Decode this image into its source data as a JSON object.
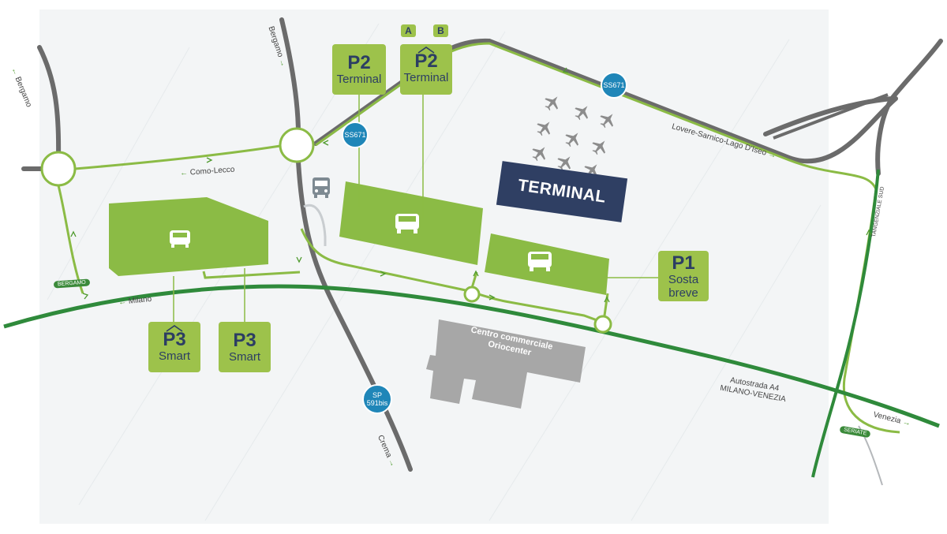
{
  "colors": {
    "background": "#f3f5f6",
    "parking_green": "#9dc24b",
    "route_green": "#8bbb45",
    "motorway_green": "#2f8a3b",
    "road_grey": "#6b6b6b",
    "terminal_navy": "#2f3f63",
    "road_number_blue": "#1f86b8",
    "mall_grey": "#a7a7a7",
    "plane_grey": "#8c8c8c"
  },
  "icons": {
    "car": "car-icon",
    "bus": "bus-icon",
    "plane": "airplane-icon",
    "covered": "covered-roof-icon",
    "arrow": "direction-arrow-icon"
  },
  "terminal": {
    "label": "TERMINAL"
  },
  "mall": {
    "line1": "Centro commerciale",
    "line2": "Oriocenter"
  },
  "parking": [
    {
      "id": "p2-terminal",
      "code": "P2",
      "sub": "Terminal",
      "covered": false
    },
    {
      "id": "p2-terminal-covered",
      "code": "P2",
      "sub": "Terminal",
      "covered": true,
      "badges": [
        "A",
        "B"
      ]
    },
    {
      "id": "p1",
      "code": "P1",
      "sub_lines": [
        "Sosta",
        "breve"
      ],
      "covered": false
    },
    {
      "id": "p3-smart-covered",
      "code": "P3",
      "sub": "Smart",
      "covered": true
    },
    {
      "id": "p3-smart",
      "code": "P3",
      "sub": "Smart",
      "covered": false
    }
  ],
  "road_numbers": [
    {
      "id": "ss671-west",
      "label": "SS671"
    },
    {
      "id": "ss671-north",
      "label": "SS671"
    },
    {
      "id": "sp591bis",
      "line1": "SP",
      "line2": "591bis"
    }
  ],
  "road_labels": {
    "bergamo_west": "Bergamo",
    "bergamo_north": "Bergamo",
    "como_lecco": "Como-Lecco",
    "milano": "Milano",
    "crema": "Crema",
    "venezia": "Venezia",
    "lovere": "Lovere-Sarnico-Lago D'Iseo",
    "tangenziale": "TANGENZIALE SUD",
    "motorway_line1": "Autostrada A4",
    "motorway_line2": "MILANO-VENEZIA",
    "plate_bergamo": "BERGAMO",
    "plate_seriate": "SERIATE"
  },
  "arrows": {
    "left": "←",
    "right": "→"
  }
}
